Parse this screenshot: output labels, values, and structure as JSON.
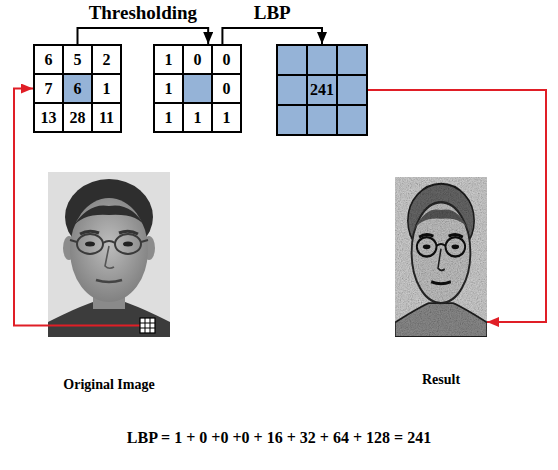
{
  "diagram": {
    "nodes": [
      {
        "text": [
          "6",
          "5",
          "2",
          "7",
          "6",
          "1",
          "13",
          "28",
          "11"
        ]
      },
      {
        "text": [
          "1",
          "0",
          "0",
          "1",
          "0",
          "1",
          "1",
          "1"
        ]
      },
      {
        "text": [
          "241"
        ]
      },
      {
        "text": [
          "Original Image"
        ]
      },
      {
        "text": [
          "Result"
        ]
      }
    ],
    "edges": [
      {
        "from": 0,
        "to": 1,
        "label": "Thresholding",
        "arrow": "to"
      },
      {
        "from": 1,
        "to": 2,
        "label": "LBP",
        "arrow": "to"
      },
      {
        "from": 3,
        "to": 0,
        "arrow": "to"
      },
      {
        "from": 2,
        "to": 4,
        "arrow": "to"
      }
    ],
    "labels": [
      "LBP = 1 + 0 +0 +0 + 16 + 32 + 64 + 128 = 241"
    ]
  }
}
